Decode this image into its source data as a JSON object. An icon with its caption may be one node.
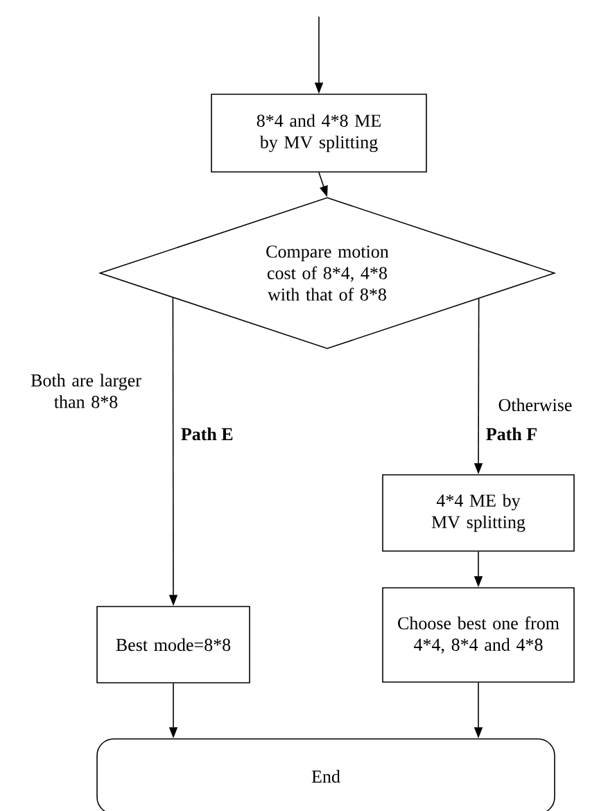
{
  "diagram": {
    "nodes": [
      {
        "text": [
          "8*4 and 4*8 ME by MV splitting"
        ]
      },
      {
        "text": [
          "Compare motion cost of 8*4, 4*8 with that of 8*8"
        ]
      },
      {
        "text": [
          "4*4 ME by MV splitting"
        ]
      },
      {
        "text": [
          "Best mode=8*8"
        ]
      },
      {
        "text": [
          "Choose best one from 4*4, 8*4 and 4*8"
        ]
      },
      {
        "text": [
          "End"
        ]
      }
    ],
    "edges": [
      {
        "from": null,
        "to": 0,
        "arrow": "to"
      },
      {
        "from": 0,
        "to": 1,
        "arrow": "to"
      },
      {
        "from": 1,
        "to": 3,
        "arrow": "to",
        "label": "Both are larger than 8*8"
      },
      {
        "from": 1,
        "to": 2,
        "arrow": "to",
        "label": "Otherwise"
      },
      {
        "from": 2,
        "to": 4,
        "arrow": "to"
      },
      {
        "from": 3,
        "to": 5,
        "arrow": "to"
      },
      {
        "from": 4,
        "to": 5,
        "arrow": "to"
      }
    ],
    "labels": [
      "Path E",
      "Path F"
    ]
  }
}
